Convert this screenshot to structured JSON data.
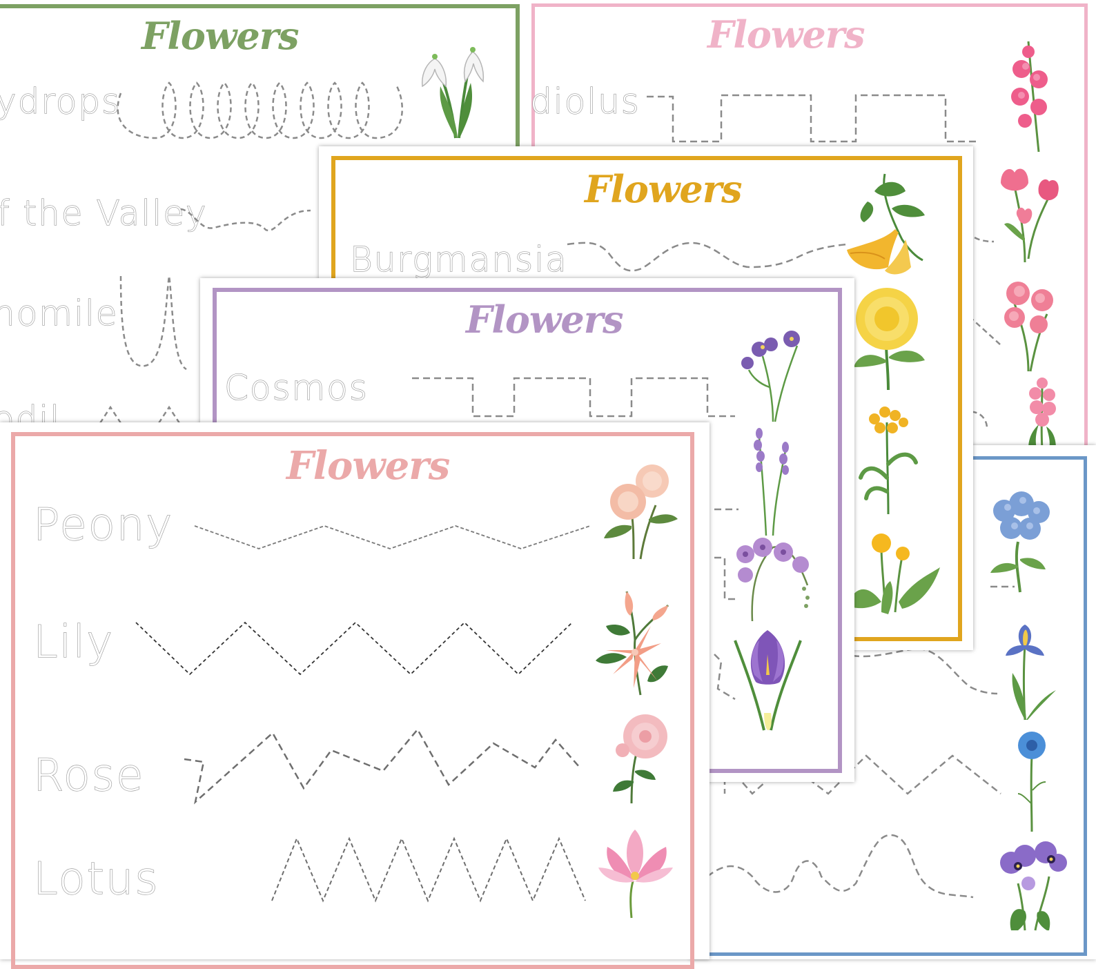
{
  "worksheets": [
    {
      "id": "green",
      "title": "Flowers",
      "accent": "#7da163",
      "words": [
        "ydrops",
        "f the Valley",
        "nomile",
        "odil"
      ],
      "flowers": [
        "snowdrop-icon"
      ]
    },
    {
      "id": "pink",
      "title": "Flowers",
      "accent": "#f0b3c8",
      "words": [
        "diolus"
      ],
      "flowers": [
        "gladiolus-icon",
        "tulip-icon",
        "carnation-icon",
        "hyacinth-icon"
      ]
    },
    {
      "id": "blue",
      "title": "Flowers",
      "accent": "#6b97c7",
      "words": [],
      "flowers": [
        "hydrangea-icon",
        "iris-icon",
        "cornflower-icon",
        "pansy-icon"
      ]
    },
    {
      "id": "orange",
      "title": "Flowers",
      "accent": "#e0a51e",
      "words": [
        "Burgmansia"
      ],
      "flowers": [
        "brugmansia-icon",
        "dahlia-icon",
        "tansy-icon",
        "dandelion-icon"
      ]
    },
    {
      "id": "purple",
      "title": "Flowers",
      "accent": "#b294c4",
      "words": [
        "Cosmos"
      ],
      "flowers": [
        "cosmos-icon",
        "lavender-icon",
        "orchid-icon",
        "crocus-icon"
      ]
    },
    {
      "id": "salmon",
      "title": "Flowers",
      "accent": "#eba9a9",
      "words": [
        "Peony",
        "Lily",
        "Rose",
        "Lotus"
      ],
      "flowers": [
        "peony-icon",
        "lily-icon",
        "rose-icon",
        "lotus-icon"
      ]
    }
  ]
}
